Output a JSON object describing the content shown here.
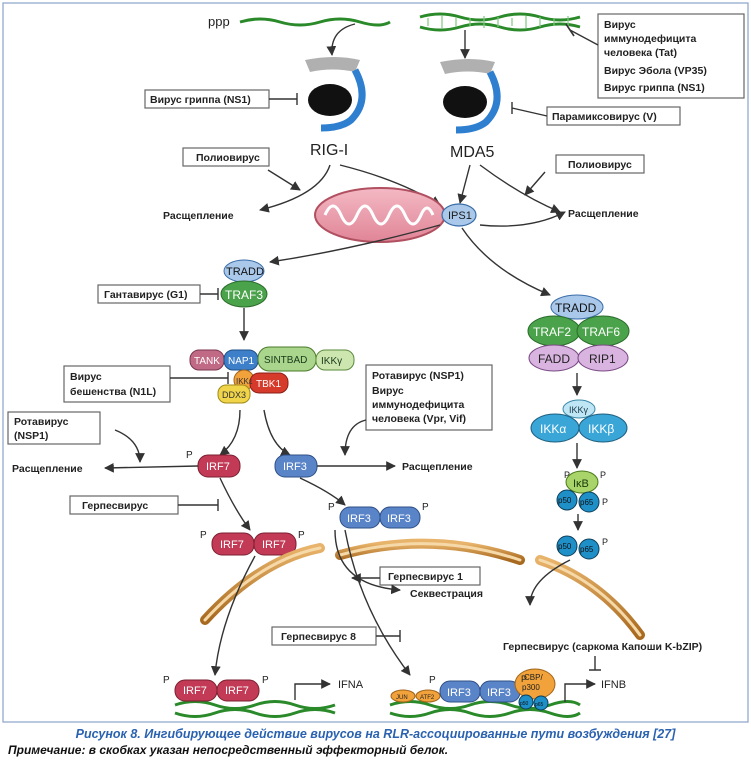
{
  "labels": {
    "ppp": "ppp",
    "rig": "RIG-I",
    "mda": "MDA5",
    "ips": "IPS1",
    "cleavage": "Расщепление",
    "sequestration": "Секвестрация",
    "ifna": "IFNA",
    "ifnb": "IFNB",
    "p": "P"
  },
  "inhibitors": {
    "hiv_ebola": [
      "Вирус",
      "иммунодефицита",
      "человека (Tat)",
      "Вирус Эбола (VP35)",
      "Вирус гриппа (NS1)"
    ],
    "flu": "Вирус гриппа (NS1)",
    "paramyxo": "Парамиксовирус (V)",
    "polio_left": "Полиовирус",
    "polio_right": "Полиовирус",
    "hanta": "Гантавирус (G1)",
    "rabies": [
      "Вирус",
      "бешенства (N1L)"
    ],
    "rota_left": [
      "Ротавирус",
      "(NSP1)"
    ],
    "rota_hiv": [
      "Ротавирус (NSP1)",
      "Вирус",
      "иммунодефицита",
      "человека (Vpr, Vif)"
    ],
    "herpes": "Герпесвирус",
    "herpes1": "Герпесвирус 1",
    "herpes8": "Герпесвирус 8",
    "kaposi": "Герпесвирус (саркома Капоши K-bZIP)"
  },
  "proteins": {
    "tradd": "TRADD",
    "traf3": "TRAF3",
    "tank": "TANK",
    "nap1": "NAP1",
    "sintbad": "SINTBAD",
    "ikkg": "IKKγ",
    "ikke": "IKKε",
    "tbk1": "TBK1",
    "ddx3": "DDX3",
    "irf7": "IRF7",
    "irf3": "IRF3",
    "traf2": "TRAF2",
    "traf6": "TRAF6",
    "fadd": "FADD",
    "rip1": "RIP1",
    "ikka": "IKKα",
    "ikkb": "IKKβ",
    "ikb": "IκB",
    "p50": "p50",
    "p65": "p65",
    "jun": "JUN",
    "atf2": "ATF2",
    "cbp": [
      "CBP/",
      "p300"
    ]
  },
  "caption": "Рисунок 8. Ингибирующее действие вирусов на RLR-ассоциированные пути возбуждения [27]",
  "note": "Примечание: в скобках указан непосредственный эффекторный белок."
}
